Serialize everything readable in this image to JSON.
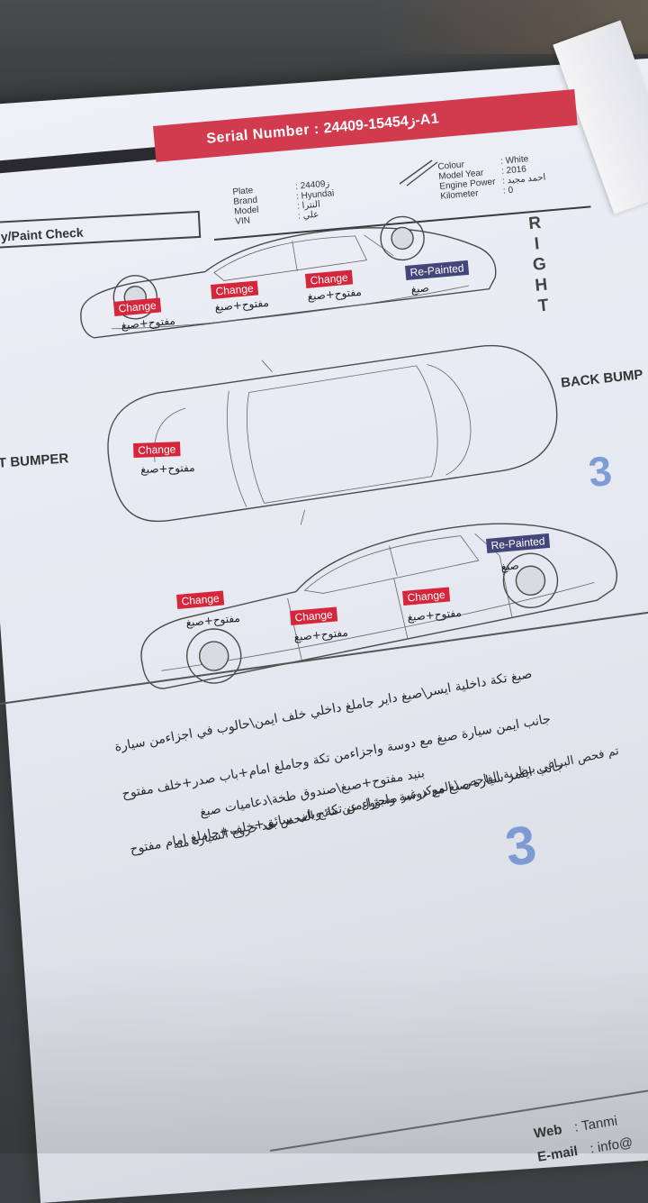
{
  "header": {
    "serial_label": "Serial Number :",
    "serial_value": "ﺯ15454-24409-A1",
    "fields_left": [
      {
        "label": "Plate",
        "value": ": ﺯ24409"
      },
      {
        "label": "Brand",
        "value": ": Hyundai"
      },
      {
        "label": "Model",
        "value": ": النترا"
      },
      {
        "label": "VIN",
        "value": ": علي"
      }
    ],
    "fields_right": [
      {
        "label": "Colour",
        "value": ": White"
      },
      {
        "label": "Model Year",
        "value": ": 2016"
      },
      {
        "label": "Engine Power",
        "value": ": احمد مجيد"
      },
      {
        "label": "Kilometer",
        "value": ": 0"
      }
    ],
    "check_title": "y/Paint Check"
  },
  "labels": {
    "right_side": "RIGHT",
    "back_bumper": "BACK BUMP",
    "front_bumper": "T BUMPER"
  },
  "tags": {
    "top_rear": {
      "label": "Change",
      "note": "مفتوح+صبغ"
    },
    "top_rear_door": {
      "label": "Change",
      "note": "مفتوح+صبغ"
    },
    "top_front_door": {
      "label": "Change",
      "note": "مفتوح+صبغ"
    },
    "top_front": {
      "label": "Re-Painted",
      "note": "صبغ"
    },
    "hood": {
      "label": "Change",
      "note": "مفتوح+صبغ"
    },
    "bottom_front": {
      "label": "Change",
      "note": "مفتوح+صبغ"
    },
    "bottom_front_door": {
      "label": "Change",
      "note": "مفتوح+صبغ"
    },
    "bottom_rear_door": {
      "label": "Change",
      "note": "مفتوح+صبغ"
    },
    "bottom_rear": {
      "label": "Re-Painted",
      "note": "صبغ"
    }
  },
  "stamps": {
    "first": "3",
    "second": "3"
  },
  "notes": [
    "صبغ تكة داخلية ايسر\\صبغ داير جاملغ داخلي خلف ايمن\\حالوب في اجزاءمن سيارة",
    "جانب ايمن سيارة صبغ مع دوسة واجزاءمن تكة وجاملغ امام+باب صدر+خلف مفتوح",
    "بنيد مفتوح+صبغ\\صندوق طخة\\دعاميات صبغ",
    "جانب ايسر سيارة صبغ مع دوسة واجزاءمن تكة وباب سائق+خلف+جاملغ امام مفتوح",
    "تم فحص البراغي بنظرية الفاحص \\ المركز غير مسؤول عن نتائج الفحص بعد خروج السيارة منه"
  ],
  "footer": {
    "web_label": "Web",
    "web_value": ": Tanmi",
    "email_label": "E-mail",
    "email_value": ": info@"
  },
  "colors": {
    "change": "#d6263b",
    "repainted": "#43467a",
    "banner": "#d23a4e"
  }
}
